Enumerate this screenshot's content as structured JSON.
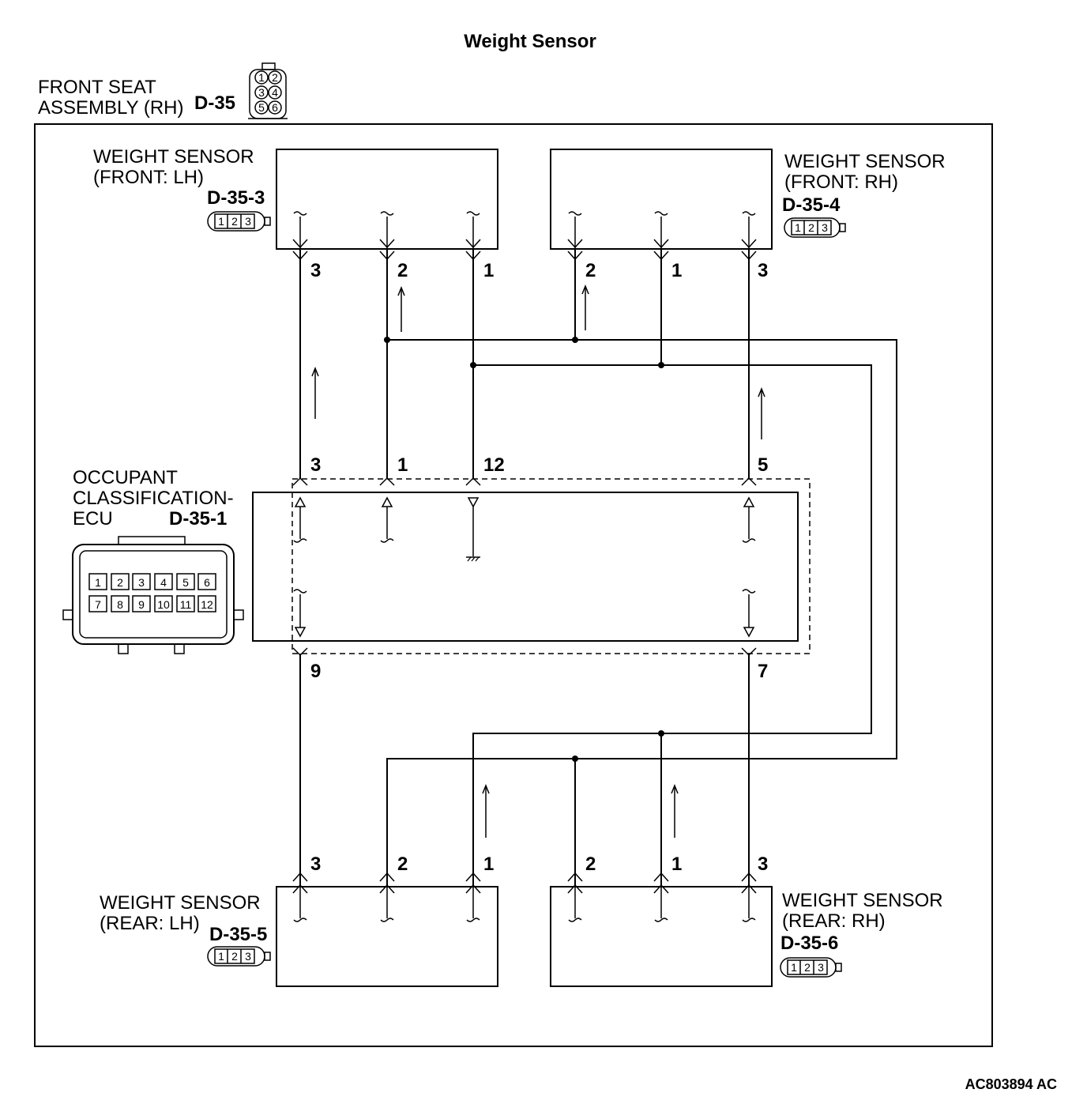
{
  "title": "Weight Sensor",
  "assembly": {
    "line1": "FRONT SEAT",
    "line2": "ASSEMBLY (RH)",
    "code": "D-35",
    "connector_pins": [
      "1",
      "2",
      "3",
      "4",
      "5",
      "6"
    ]
  },
  "sensors": {
    "front_lh": {
      "line1": "WEIGHT SENSOR",
      "line2": "(FRONT: LH)",
      "code": "D-35-3",
      "pins": [
        "3",
        "2",
        "1"
      ]
    },
    "front_rh": {
      "line1": "WEIGHT SENSOR",
      "line2": "(FRONT: RH)",
      "code": "D-35-4",
      "pins": [
        "2",
        "1",
        "3"
      ]
    },
    "rear_lh": {
      "line1": "WEIGHT SENSOR",
      "line2": "(REAR: LH)",
      "code": "D-35-5",
      "pins": [
        "3",
        "2",
        "1"
      ]
    },
    "rear_rh": {
      "line1": "WEIGHT SENSOR",
      "line2": "(REAR: RH)",
      "code": "D-35-6",
      "pins": [
        "2",
        "1",
        "3"
      ]
    }
  },
  "connector_3pin": [
    "1",
    "2",
    "3"
  ],
  "ecu": {
    "line1": "OCCUPANT",
    "line2": "CLASSIFICATION-",
    "line3": "ECU",
    "code": "D-35-1",
    "top_pins": [
      "3",
      "1",
      "12",
      "5"
    ],
    "bottom_pins": [
      "9",
      "7"
    ],
    "connector_pins": [
      "1",
      "2",
      "3",
      "4",
      "5",
      "6",
      "7",
      "8",
      "9",
      "10",
      "11",
      "12"
    ]
  },
  "reference": "AC803894 AC"
}
